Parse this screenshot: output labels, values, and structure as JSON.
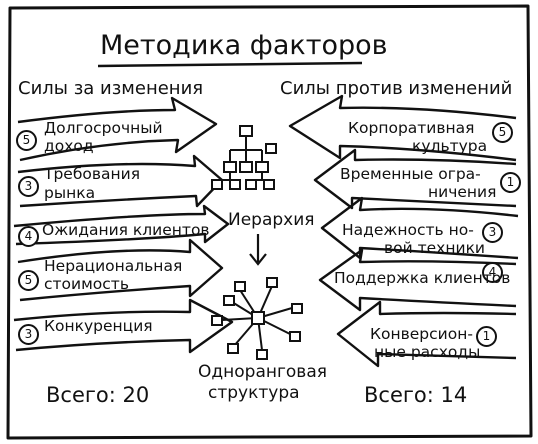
{
  "title": "Методика факторов",
  "left": {
    "heading": "Силы за изменения",
    "items": [
      {
        "lines": [
          "Долгосрочный",
          "доход"
        ],
        "score": "5"
      },
      {
        "lines": [
          "Требования",
          "рынка"
        ],
        "score": "3"
      },
      {
        "lines": [
          "Ожидания клиентов"
        ],
        "score": "4"
      },
      {
        "lines": [
          "Нерациональная",
          "стоимость"
        ],
        "score": "5"
      },
      {
        "lines": [
          "Конкуренция"
        ],
        "score": "3"
      }
    ],
    "total": "Всего: 20"
  },
  "right": {
    "heading": "Силы против изменений",
    "items": [
      {
        "lines": [
          "Корпоративная",
          "культура"
        ],
        "score": "5"
      },
      {
        "lines": [
          "Временные огра-",
          "ничения"
        ],
        "score": "1"
      },
      {
        "lines": [
          "Надежность но-",
          "вой техники"
        ],
        "score": "3"
      },
      {
        "lines": [
          "Поддержка клиентов"
        ],
        "score": "4"
      },
      {
        "lines": [
          "Конверсион-",
          "ные расходы"
        ],
        "score": "1"
      }
    ],
    "total": "Всего: 14"
  },
  "center": {
    "top_label": "Иерархия",
    "bottom_label": [
      "Одноранговая",
      "структура"
    ]
  }
}
